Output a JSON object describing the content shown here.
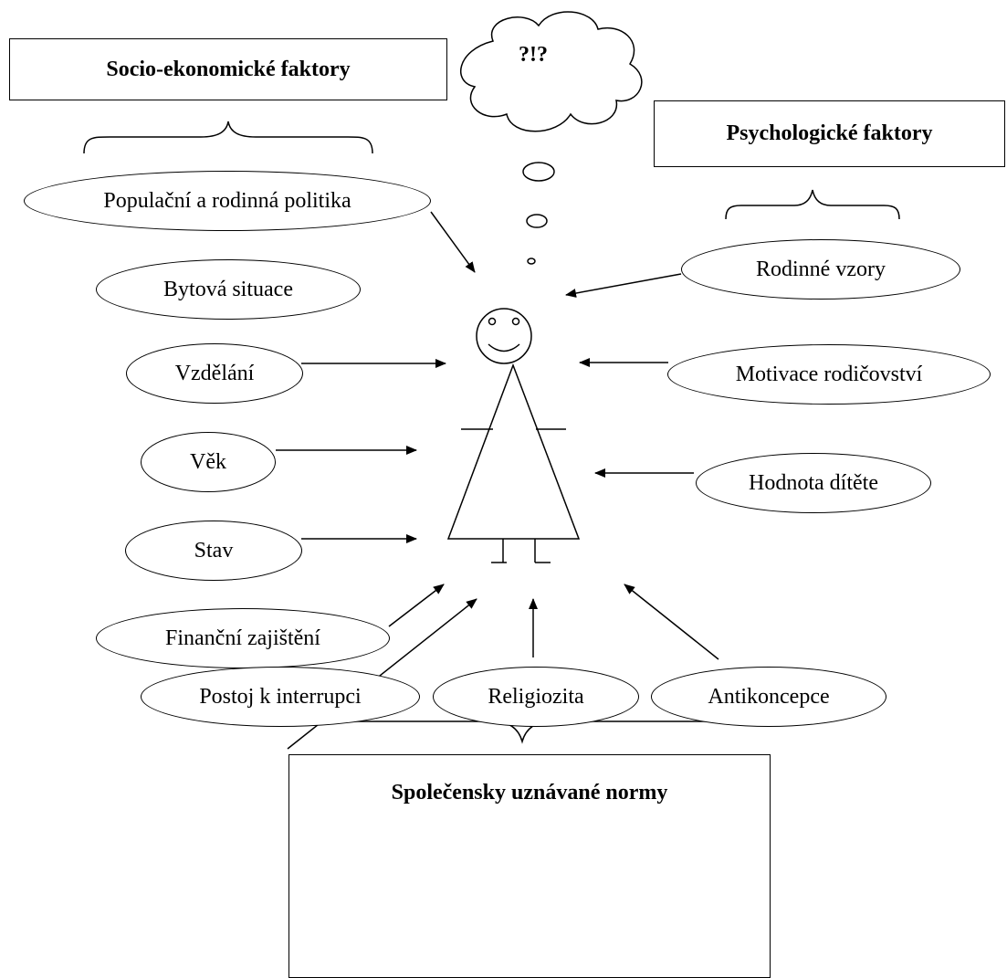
{
  "headers": {
    "socio_economic": "Socio-ekonomické faktory",
    "psychological": "Psychologické faktory",
    "social_norms": "Společensky uznávané normy"
  },
  "thought": {
    "text": "?!?"
  },
  "socio_factors": [
    "Populační a rodinná politika",
    "Bytová situace",
    "Vzdělání",
    "Věk",
    "Stav",
    "Finanční zajištění"
  ],
  "psych_factors": [
    "Rodinné vzory",
    "Motivace rodičovství",
    "Hodnota dítěte"
  ],
  "norm_factors": [
    "Postoj k interrupci",
    "Religiozita",
    "Antikoncepce"
  ]
}
